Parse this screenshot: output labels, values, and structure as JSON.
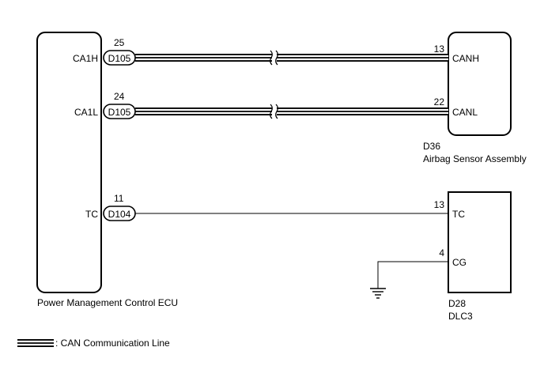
{
  "ecu": {
    "name": "Power Management Control ECU"
  },
  "airbag": {
    "code": "D36",
    "name": "Airbag Sensor Assembly"
  },
  "dlc": {
    "code": "D28",
    "name": "DLC3"
  },
  "wires": {
    "canh": {
      "ecu_pin": "CA1H",
      "ecu_pin_no": "25",
      "connector": "D105",
      "far_pin_no": "13",
      "far_pin": "CANH"
    },
    "canl": {
      "ecu_pin": "CA1L",
      "ecu_pin_no": "24",
      "connector": "D105",
      "far_pin_no": "22",
      "far_pin": "CANL"
    },
    "tc": {
      "ecu_pin": "TC",
      "ecu_pin_no": "11",
      "connector": "D104",
      "far_pin_no": "13",
      "far_pin": "TC"
    },
    "cg": {
      "far_pin_no": "4",
      "far_pin": "CG"
    }
  },
  "legend": {
    "label": ": CAN Communication Line"
  }
}
